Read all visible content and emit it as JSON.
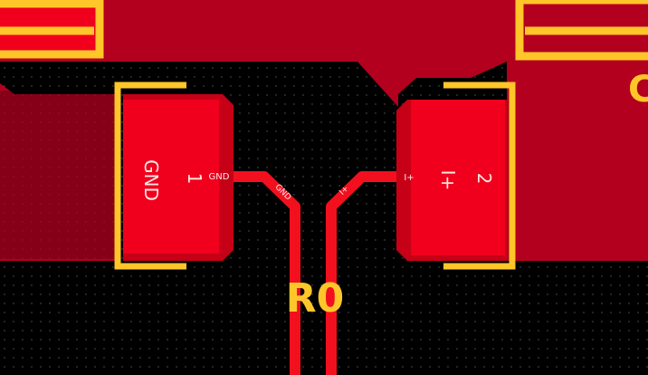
{
  "view": {
    "colors": {
      "background": "#000000",
      "grid_dot": "#5a5a5a",
      "copper_pour": "#b3001e",
      "copper_pour_edge": "#8e0018",
      "pad": "#f0001c",
      "pad_shadow": "#c60016",
      "trace": "#f2101e",
      "silkscreen": "#ffc62a",
      "net_label": "#ffe6e6"
    }
  },
  "component": {
    "designator": "R0",
    "pads": [
      {
        "number": "1",
        "net": "GND"
      },
      {
        "number": "2",
        "net": "I+"
      }
    ],
    "traces": [
      {
        "net": "GND"
      },
      {
        "net": "I+"
      }
    ]
  },
  "partial_marks": {
    "right_edge_char": "C"
  }
}
